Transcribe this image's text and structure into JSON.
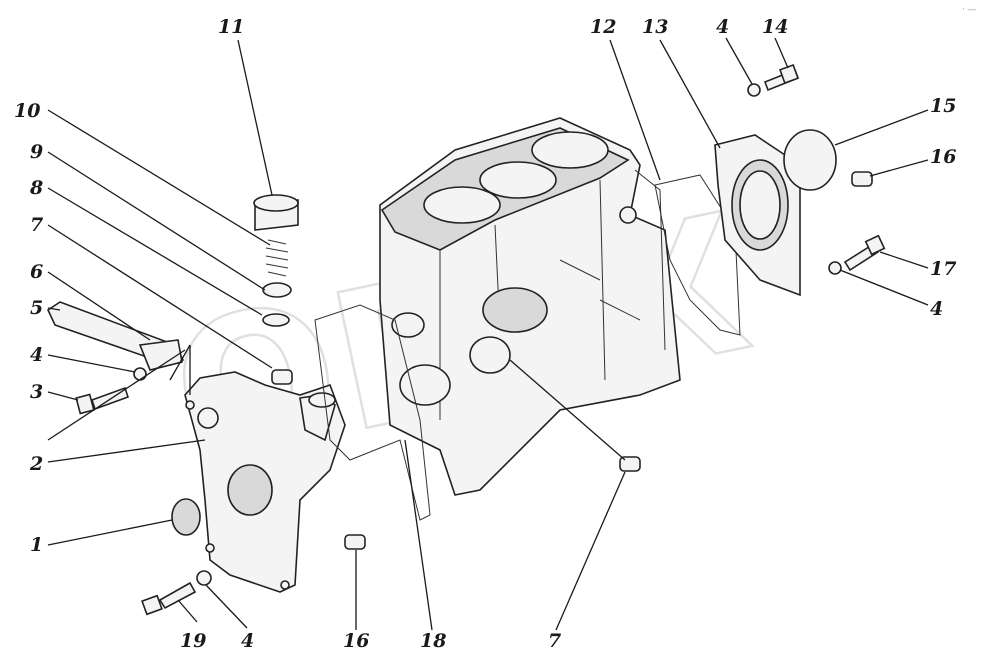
{
  "watermark": "OPEX",
  "corner_mark": "· —",
  "callouts": [
    {
      "key": "c1",
      "label": "1"
    },
    {
      "key": "c2",
      "label": "2"
    },
    {
      "key": "c3",
      "label": "3"
    },
    {
      "key": "c4a",
      "label": "4"
    },
    {
      "key": "c5",
      "label": "5"
    },
    {
      "key": "c6",
      "label": "6"
    },
    {
      "key": "c7a",
      "label": "7"
    },
    {
      "key": "c8",
      "label": "8"
    },
    {
      "key": "c9",
      "label": "9"
    },
    {
      "key": "c10",
      "label": "10"
    },
    {
      "key": "c11",
      "label": "11"
    },
    {
      "key": "c12",
      "label": "12"
    },
    {
      "key": "c13",
      "label": "13"
    },
    {
      "key": "c4b",
      "label": "4"
    },
    {
      "key": "c14",
      "label": "14"
    },
    {
      "key": "c15",
      "label": "15"
    },
    {
      "key": "c16a",
      "label": "16"
    },
    {
      "key": "c17",
      "label": "17"
    },
    {
      "key": "c4c",
      "label": "4"
    },
    {
      "key": "c19",
      "label": "19"
    },
    {
      "key": "c4d",
      "label": "4"
    },
    {
      "key": "c16b",
      "label": "16"
    },
    {
      "key": "c18",
      "label": "18"
    },
    {
      "key": "c7b",
      "label": "7"
    }
  ]
}
